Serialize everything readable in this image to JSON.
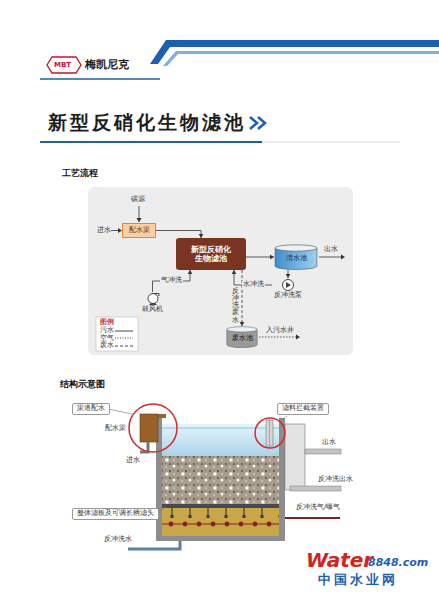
{
  "diagram": {
    "title": "新型反硝化生物滤池",
    "nodes": [
      {
        "text": [
          "配水渠"
        ]
      },
      {
        "text": [
          "新型反硝化生物滤池"
        ]
      },
      {
        "text": [
          "清水池"
        ]
      },
      {
        "text": [
          "鼓风机"
        ]
      },
      {
        "text": [
          "反冲洗泵"
        ]
      },
      {
        "text": [
          "废水池"
        ]
      },
      {
        "text": [
          "渠道配水"
        ]
      },
      {
        "text": [
          "滤料拦截装置"
        ]
      },
      {
        "text": [
          "整体滤板及可调长柄滤头"
        ]
      }
    ],
    "edges": [
      {
        "from": 0,
        "to": 1,
        "arrow": "to"
      },
      {
        "from": 1,
        "to": 2,
        "arrow": "to"
      },
      {
        "from": 2,
        "to": 4,
        "arrow": "to"
      },
      {
        "from": 4,
        "to": 1,
        "label": "水冲洗",
        "arrow": "to"
      },
      {
        "from": 3,
        "to": 1,
        "label": "气冲洗",
        "arrow": "to"
      },
      {
        "from": 1,
        "to": 5,
        "label": "反冲洗废水",
        "arrow": "to"
      }
    ],
    "labels": [
      "MBT",
      "梅凯尼克",
      "工艺流程",
      "碳源",
      "进水",
      "出水",
      "入污水井",
      "图例",
      "结构示意图",
      "配水渠",
      "进水",
      "出水",
      "反冲洗出水",
      "反冲洗气/曝气",
      "反冲洗水",
      "Water",
      "8848.com",
      "中国水业网"
    ],
    "legend": [
      {
        "text": "污水"
      },
      {
        "text": "空气"
      },
      {
        "text": "废水"
      }
    ]
  }
}
